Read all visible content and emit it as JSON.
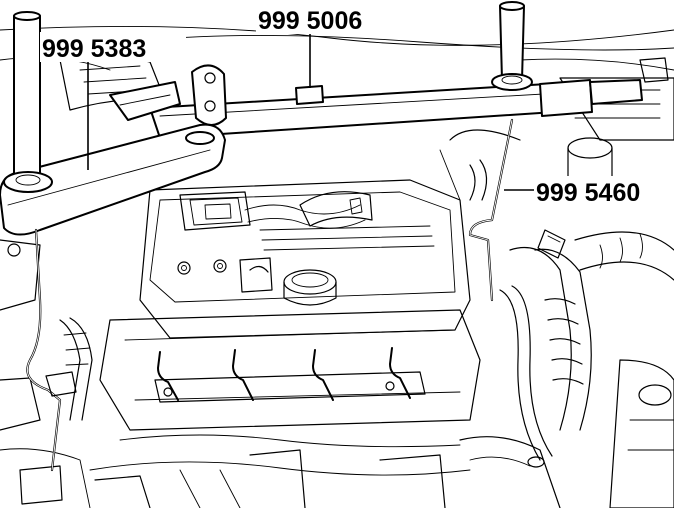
{
  "labels": {
    "tool_5383": "999 5383",
    "tool_5006": "999 5006",
    "tool_5460": "999 5460"
  },
  "colors": {
    "line": "#000000",
    "background": "#ffffff"
  }
}
